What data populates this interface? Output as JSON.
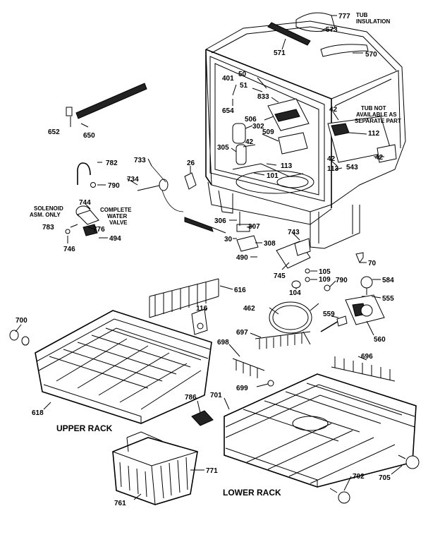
{
  "labels": {
    "p777": "777",
    "tub_insulation_1": "TUB",
    "tub_insulation_2": "INSULATION",
    "p573": "573",
    "p571": "571",
    "p570": "570",
    "p401": "401",
    "p50": "50",
    "p51": "51",
    "p833": "833",
    "p654": "654",
    "p506": "506",
    "p302": "302",
    "p509": "509",
    "p42a": "42",
    "p42b": "42",
    "p42c": "42",
    "p42d": "42",
    "p305": "305",
    "p113a": "113",
    "p113b": "113",
    "p101": "101",
    "p112": "112",
    "p543": "543",
    "tub_not_1": "TUB NOT",
    "tub_not_2": "AVAILABLE AS",
    "tub_not_3": "SEPARATE PART",
    "p652": "652",
    "p650": "650",
    "p733": "733",
    "p782": "782",
    "p734": "734",
    "p26": "26",
    "p790a": "790",
    "p790b": "790",
    "p744": "744",
    "solenoid_1": "SOLENOID",
    "solenoid_2": "ASM. ONLY",
    "complete_1": "COMPLETE",
    "complete_2": "WATER",
    "complete_3": "VALVE",
    "p783": "783",
    "p776": "776",
    "p494": "494",
    "p746": "746",
    "p306": "306",
    "p307": "307",
    "p30": "30",
    "p308": "308",
    "p743": "743",
    "p490": "490",
    "p745": "745",
    "p70": "70",
    "p105": "105",
    "p109": "109",
    "p584": "584",
    "p104": "104",
    "p555": "555",
    "p616": "616",
    "p116": "116",
    "p462": "462",
    "p559": "559",
    "p560": "560",
    "p700": "700",
    "p697": "697",
    "p698": "698",
    "p696": "696",
    "p699": "699",
    "p618": "618",
    "p786": "786",
    "p701": "701",
    "upper_rack": "UPPER RACK",
    "p771": "771",
    "p702": "702",
    "p705": "705",
    "lower_rack": "LOWER RACK",
    "p761": "761"
  }
}
